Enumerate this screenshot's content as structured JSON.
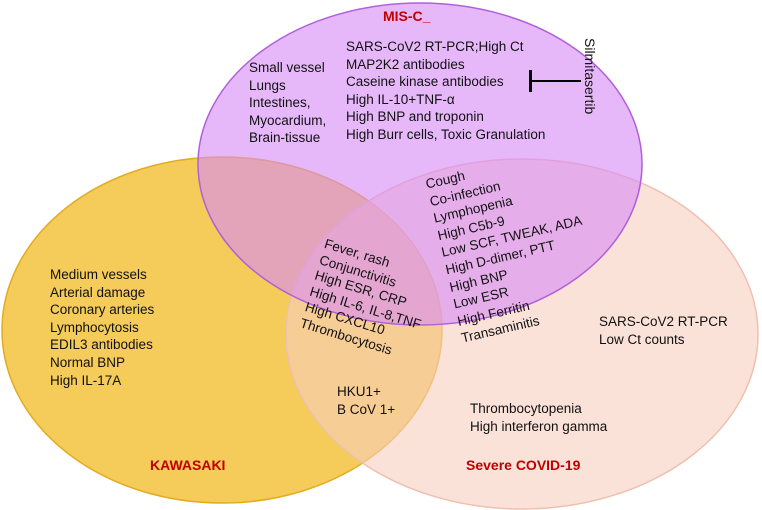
{
  "titles": {
    "misc": "MIS-C_",
    "kawasaki": "KAWASAKI",
    "covid": "Severe COVID-19"
  },
  "drug": "Silmitasertib",
  "colors": {
    "misc_fill": "#d98cf5",
    "kawasaki_fill": "#f3c23c",
    "covid_fill": "#f9cfc0",
    "title_red": "#c00000"
  },
  "misc_only_left": [
    "Small vessel",
    "Lungs",
    "Intestines,",
    "Myocardium,",
    "Brain-tissue"
  ],
  "misc_only_right": [
    "SARS-CoV2 RT-PCR;High  Ct",
    "MAP2K2 antibodies",
    "Caseine kinase antibodies",
    "High IL-10+TNF-α",
    "High BNP and troponin",
    "High Burr cells, Toxic Granulation"
  ],
  "misc_covid": [
    "Cough",
    "Co-infection",
    "Lymphopenia",
    "High C5b-9",
    "Low SCF, TWEAK, ADA",
    "High D-dimer, PTT",
    "High BNP",
    "Low ESR",
    "High Ferritin",
    "Transaminitis"
  ],
  "all_three": [
    "Fever, rash",
    "Conjunctivitis",
    "High ESR, CRP",
    "High IL-6,  IL-8,TNF",
    "High CXCL10",
    "Thrombocytosis"
  ],
  "kawasaki_only": [
    "Medium vessels",
    "Arterial damage",
    "Coronary arteries",
    "Lymphocytosis",
    "EDIL3 antibodies",
    "Normal BNP",
    "High IL-17A"
  ],
  "kawasaki_covid": [
    "HKU1+",
    "B CoV 1+"
  ],
  "covid_only_top": [
    "SARS-CoV2 RT-PCR",
    "Low Ct counts"
  ],
  "covid_only_bottom": [
    "Thrombocytopenia",
    "High interferon gamma"
  ]
}
